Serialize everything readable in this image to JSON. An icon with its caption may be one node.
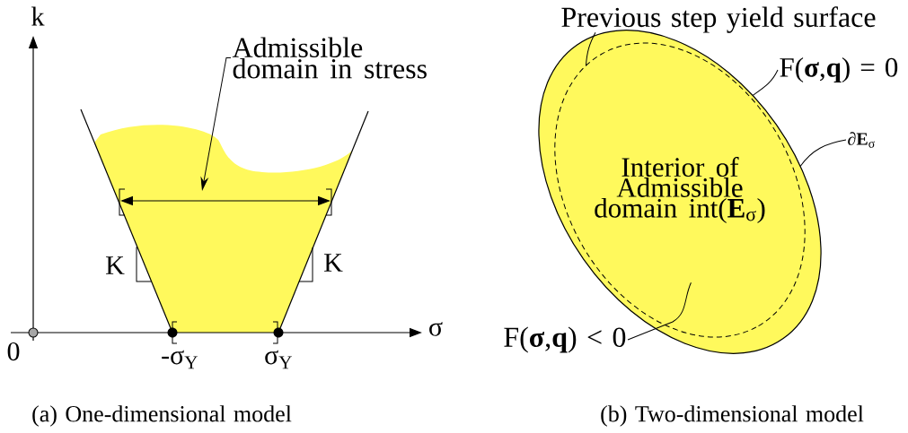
{
  "diagram": {
    "nodes": [
      {
        "text": [
          "Admissible domain in stress"
        ]
      },
      {
        "text": [],
        "shape": "blob"
      },
      {
        "text": [
          "Previous step yield surface"
        ]
      },
      {
        "text": [],
        "shape": "ellipse"
      },
      {
        "text": [
          "Interior of Admissible domain int(**E**$_{σ}$)"
        ],
        "in": 3
      },
      {
        "text": [
          "F(**σ**,**q**) = 0"
        ]
      },
      {
        "text": [
          "∂**E**$_{σ}$"
        ]
      },
      {
        "text": [
          "F(**σ**,**q**) < 0"
        ]
      }
    ],
    "edges": [
      {
        "from": 0,
        "to": 1,
        "arrow": "to"
      },
      {
        "from": 2,
        "to": 4,
        "arrow": "none"
      },
      {
        "from": 5,
        "to": 3,
        "arrow": "none"
      },
      {
        "from": 6,
        "to": 3,
        "arrow": "none"
      },
      {
        "from": 7,
        "to": 3,
        "arrow": "none"
      }
    ],
    "labels": [
      "k",
      "σ",
      "0",
      "-σ$_{Y}$",
      "σ$_{Y}$",
      "K",
      "K",
      "(a) One-dimensional model",
      "(b) Two-dimensional model"
    ]
  }
}
